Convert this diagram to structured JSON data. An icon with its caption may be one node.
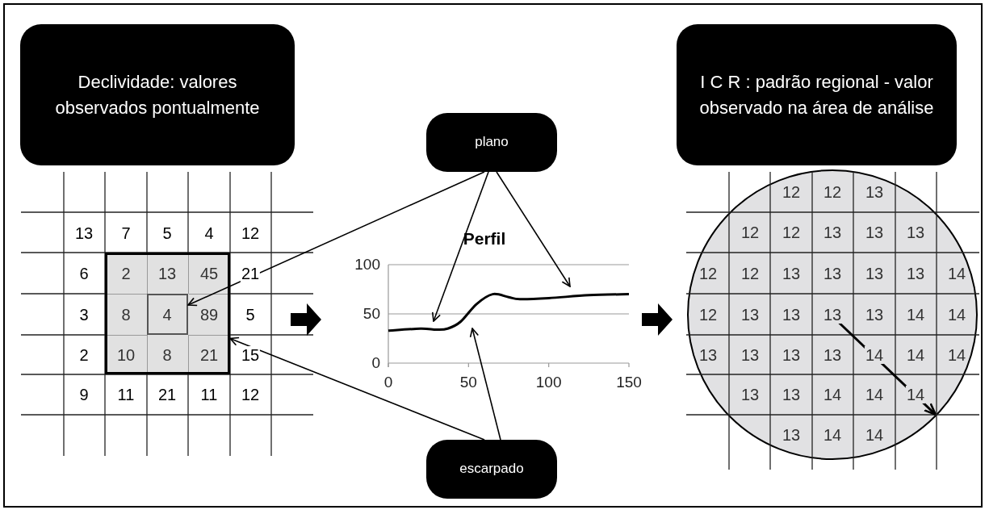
{
  "diagram": {
    "nodes": [
      {
        "text": [
          "Declividade: valores observados pontualmente"
        ]
      },
      {
        "text": [
          "plano"
        ]
      },
      {
        "text": [
          "escarpado"
        ]
      },
      {
        "text": [
          "I C R :  padrão regional - valor observado na área de análise"
        ]
      },
      {
        "text": [],
        "shape": "box"
      },
      {
        "text": [],
        "shape": "box",
        "in": 4
      },
      {
        "text": [],
        "shape": "picture"
      }
    ],
    "edges": [
      {
        "from": 1,
        "to": 5,
        "arrow": "to"
      },
      {
        "from": 1,
        "to": 6,
        "arrow": "to"
      },
      {
        "from": 1,
        "to": 6,
        "arrow": "to"
      },
      {
        "from": 2,
        "to": 4,
        "arrow": "to"
      },
      {
        "from": 2,
        "to": 6,
        "arrow": "to"
      }
    ],
    "labels": [
      "13",
      "7",
      "5",
      "4",
      "12",
      "6",
      "2",
      "13",
      "45",
      "21",
      "3",
      "8",
      "4",
      "89",
      "5",
      "2",
      "10",
      "8",
      "21",
      "15",
      "9",
      "11",
      "21",
      "11",
      "12",
      "12",
      "12",
      "13",
      "12",
      "12",
      "13",
      "13",
      "13",
      "12",
      "12",
      "13",
      "13",
      "13",
      "13",
      "14",
      "12",
      "13",
      "13",
      "13",
      "13",
      "14",
      "14",
      "13",
      "13",
      "13",
      "13",
      "14",
      "14",
      "14",
      "13",
      "13",
      "14",
      "14",
      "14",
      "13",
      "14",
      "14"
    ],
    "chart_data": {
      "type": "line",
      "title": "Perfil",
      "x": [
        0,
        20,
        30,
        37,
        45,
        55,
        65,
        75,
        82,
        100,
        125,
        150
      ],
      "series": [
        {
          "values": [
            33,
            35,
            34,
            35,
            42,
            60,
            70,
            67,
            65,
            66,
            69,
            70
          ]
        }
      ],
      "xlim": [
        0,
        150
      ],
      "ylim": [
        0,
        100
      ],
      "xticks": [
        0,
        50,
        100,
        150
      ],
      "yticks": [
        0,
        50,
        100
      ]
    }
  }
}
